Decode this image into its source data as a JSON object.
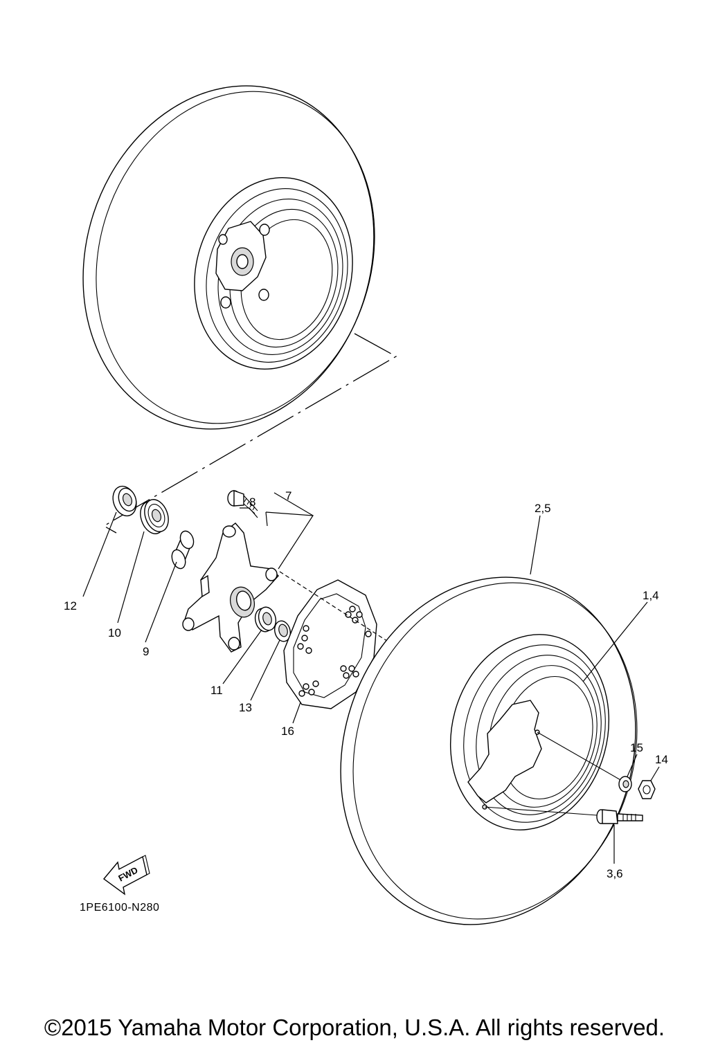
{
  "diagram": {
    "callouts": {
      "c1_4": "1,4",
      "c2_5": "2,5",
      "c3_6": "3,6",
      "c7": "7",
      "c8": "8",
      "c9": "9",
      "c10": "10",
      "c11": "11",
      "c12": "12",
      "c13": "13",
      "c14": "14",
      "c15": "15",
      "c16": "16"
    },
    "fwd_label": "FWD",
    "drawing_code": "1PE6100-N280"
  },
  "footer": {
    "copyright": "©2015 Yamaha Motor Corporation, U.S.A. All rights reserved."
  },
  "colors": {
    "line": "#000000",
    "background": "#ffffff"
  }
}
